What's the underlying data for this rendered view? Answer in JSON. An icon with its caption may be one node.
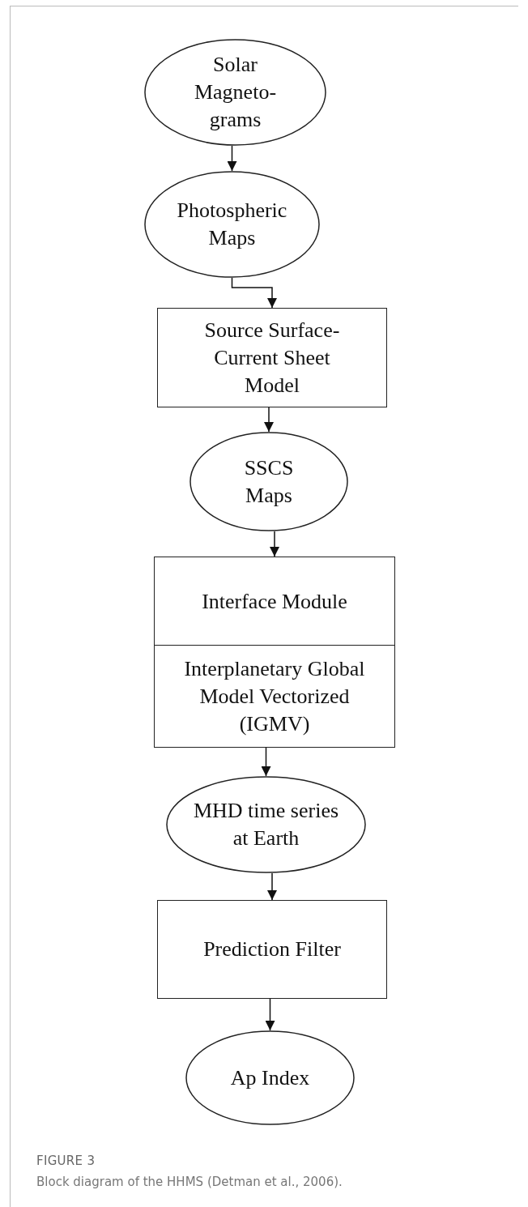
{
  "diagram": {
    "title": "FIGURE 3",
    "caption": "Block diagram of the HHMS (Detman et al., 2006).",
    "nodes": [
      {
        "text": [
          "Solar Magneto- grams"
        ]
      },
      {
        "text": [
          "Photospheric Maps"
        ]
      },
      {
        "text": [
          "Source Surface- Current Sheet Model"
        ]
      },
      {
        "text": [
          "SSCS Maps"
        ]
      },
      {
        "text": [
          "Interface Module"
        ]
      },
      {
        "text": [
          "Interplanetary Global Model Vectorized (IGMV)"
        ]
      },
      {
        "text": [
          "MHD time series at Earth"
        ]
      },
      {
        "text": [
          "Prediction Filter"
        ]
      },
      {
        "text": [
          "Ap Index"
        ]
      }
    ],
    "edges": [
      {
        "from": 0,
        "to": 1,
        "arrow": "to"
      },
      {
        "from": 1,
        "to": 2,
        "arrow": "to"
      },
      {
        "from": 2,
        "to": 3,
        "arrow": "to"
      },
      {
        "from": 3,
        "to": 4,
        "arrow": "to"
      },
      {
        "from": 5,
        "to": 6,
        "arrow": "to"
      },
      {
        "from": 6,
        "to": 7,
        "arrow": "to"
      },
      {
        "from": 7,
        "to": 8,
        "arrow": "to"
      }
    ]
  }
}
